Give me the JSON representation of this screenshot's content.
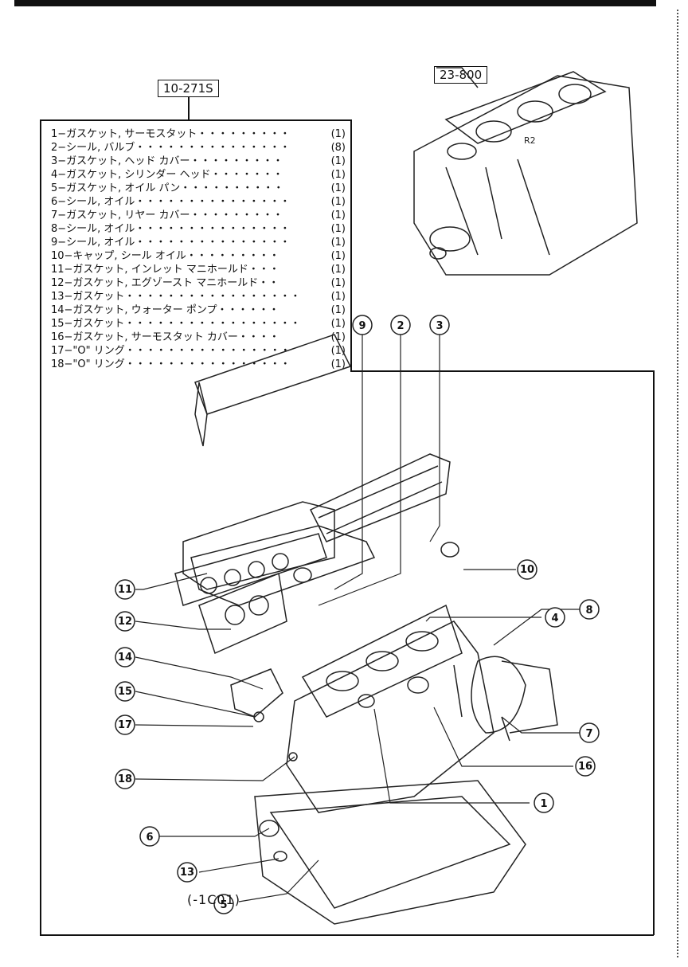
{
  "refs": {
    "kit": "10-271S",
    "block": "23-800"
  },
  "parts": [
    {
      "name": "1−ガスケット, サーモスタット・・・・・・・・・",
      "qty": "(1)"
    },
    {
      "name": "2−シール, バルブ・・・・・・・・・・・・・・・",
      "qty": "(8)"
    },
    {
      "name": "3−ガスケット, ヘッド カバー・・・・・・・・・",
      "qty": "(1)"
    },
    {
      "name": "4−ガスケット, シリンダー ヘッド・・・・・・・",
      "qty": "(1)"
    },
    {
      "name": "5−ガスケット, オイル パン・・・・・・・・・・",
      "qty": "(1)"
    },
    {
      "name": "6−シール, オイル・・・・・・・・・・・・・・・",
      "qty": "(1)"
    },
    {
      "name": "7−ガスケット, リヤー カバー・・・・・・・・・",
      "qty": "(1)"
    },
    {
      "name": "8−シール, オイル・・・・・・・・・・・・・・・",
      "qty": "(1)"
    },
    {
      "name": "9−シール, オイル・・・・・・・・・・・・・・・",
      "qty": "(1)"
    },
    {
      "name": "10−キャップ, シール オイル・・・・・・・・・",
      "qty": "(1)"
    },
    {
      "name": "11−ガスケット, インレット マニホールド・・・",
      "qty": "(1)"
    },
    {
      "name": "12−ガスケット, エグゾースト マニホールド・・",
      "qty": "(1)"
    },
    {
      "name": "13−ガスケット・・・・・・・・・・・・・・・・・",
      "qty": "(1)"
    },
    {
      "name": "14−ガスケット, ウォーター ポンプ・・・・・・",
      "qty": "(1)"
    },
    {
      "name": "15−ガスケット・・・・・・・・・・・・・・・・・",
      "qty": "(1)"
    },
    {
      "name": "16−ガスケット, サーモスタット カバー・・・・",
      "qty": "(1)"
    },
    {
      "name": "17−\"O\" リング・・・・・・・・・・・・・・・・",
      "qty": "(1)"
    },
    {
      "name": "18−\"O\" リング・・・・・・・・・・・・・・・・",
      "qty": "(1)"
    }
  ],
  "callouts": [
    "1",
    "2",
    "3",
    "4",
    "5",
    "6",
    "7",
    "8",
    "9",
    "10",
    "11",
    "12",
    "13",
    "14",
    "15",
    "16",
    "17",
    "18"
  ],
  "note": "(-1C01)"
}
